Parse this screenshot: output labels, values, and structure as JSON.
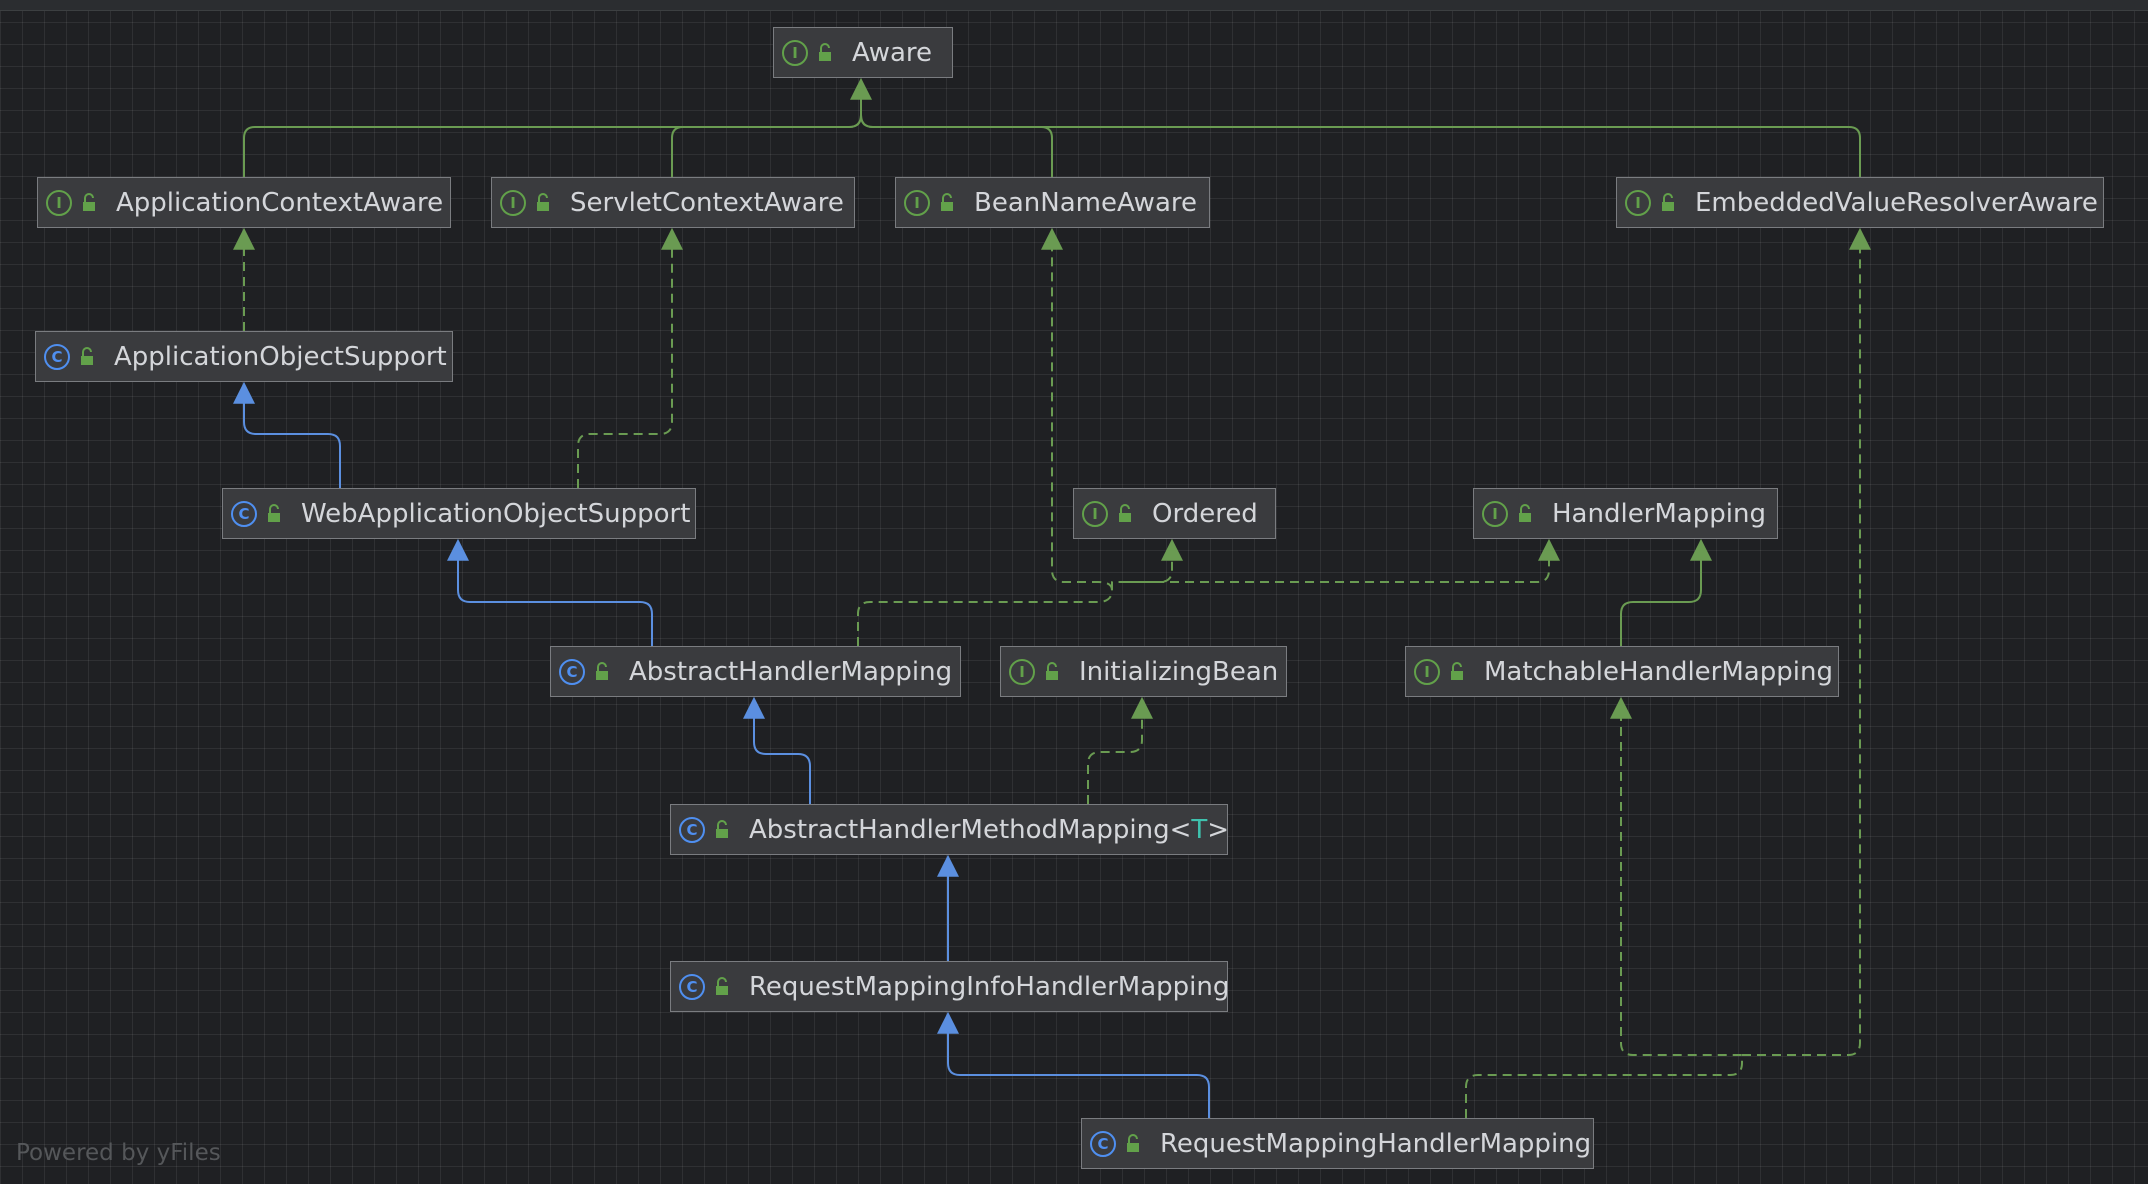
{
  "diagram": {
    "nodes": {
      "aware": {
        "label": "Aware",
        "kind": "I"
      },
      "application_context_aware": {
        "label": "ApplicationContextAware",
        "kind": "I"
      },
      "servlet_context_aware": {
        "label": "ServletContextAware",
        "kind": "I"
      },
      "bean_name_aware": {
        "label": "BeanNameAware",
        "kind": "I"
      },
      "embedded_value_resolver_aware": {
        "label": "EmbeddedValueResolverAware",
        "kind": "I"
      },
      "application_object_support": {
        "label": "ApplicationObjectSupport",
        "kind": "C"
      },
      "web_application_object_support": {
        "label": "WebApplicationObjectSupport",
        "kind": "C"
      },
      "ordered": {
        "label": "Ordered",
        "kind": "I"
      },
      "handler_mapping": {
        "label": "HandlerMapping",
        "kind": "I"
      },
      "abstract_handler_mapping": {
        "label": "AbstractHandlerMapping",
        "kind": "C"
      },
      "initializing_bean": {
        "label": "InitializingBean",
        "kind": "I"
      },
      "matchable_handler_mapping": {
        "label": "MatchableHandlerMapping",
        "kind": "I"
      },
      "abstract_handler_method_mapping": {
        "label": "AbstractHandlerMethodMapping",
        "kind": "C",
        "open": "<",
        "type_param": "T",
        "close": ">"
      },
      "request_mapping_info_handler_mapping": {
        "label": "RequestMappingInfoHandlerMapping",
        "kind": "C"
      },
      "request_mapping_handler_mapping": {
        "label": "RequestMappingHandlerMapping",
        "kind": "C"
      }
    },
    "watermark": "Powered by yFiles",
    "colors": {
      "interface_edge": "#6a9b52",
      "class_edge": "#5b8fe0",
      "interface_badge": "#62a14a",
      "class_badge": "#4f8ff0",
      "type_param": "#3fc2ae"
    }
  }
}
